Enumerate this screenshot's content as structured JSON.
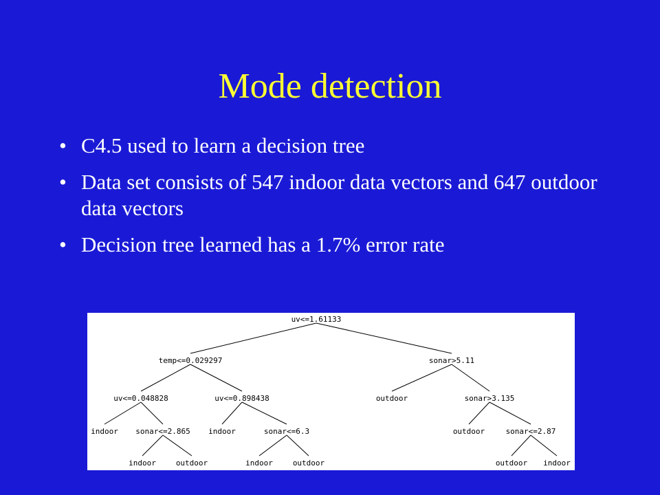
{
  "slide": {
    "title": "Mode detection",
    "bullets": [
      "C4.5 used to learn a decision tree",
      "Data set consists of 547 indoor data vectors and 647 outdoor data vectors",
      "Decision tree learned has a 1.7% error rate"
    ]
  },
  "tree": {
    "nodes": [
      {
        "id": "n0",
        "label": "uv<=1.61133"
      },
      {
        "id": "n1",
        "label": "temp<=0.029297"
      },
      {
        "id": "n2",
        "label": "sonar>5.11"
      },
      {
        "id": "n3",
        "label": "uv<=0.048828"
      },
      {
        "id": "n4",
        "label": "uv<=0.898438"
      },
      {
        "id": "n5",
        "label": "outdoor"
      },
      {
        "id": "n6",
        "label": "sonar>3.135"
      },
      {
        "id": "n7",
        "label": "indoor"
      },
      {
        "id": "n8",
        "label": "sonar<=2.865"
      },
      {
        "id": "n9",
        "label": "indoor"
      },
      {
        "id": "n10",
        "label": "sonar<=6.3"
      },
      {
        "id": "n11",
        "label": "outdoor"
      },
      {
        "id": "n12",
        "label": "sonar<=2.87"
      },
      {
        "id": "n13",
        "label": "indoor"
      },
      {
        "id": "n14",
        "label": "outdoor"
      },
      {
        "id": "n15",
        "label": "indoor"
      },
      {
        "id": "n16",
        "label": "outdoor"
      },
      {
        "id": "n17",
        "label": "outdoor"
      },
      {
        "id": "n18",
        "label": "indoor"
      }
    ],
    "edges": [
      [
        "n0",
        "n1"
      ],
      [
        "n0",
        "n2"
      ],
      [
        "n1",
        "n3"
      ],
      [
        "n1",
        "n4"
      ],
      [
        "n2",
        "n5"
      ],
      [
        "n2",
        "n6"
      ],
      [
        "n3",
        "n7"
      ],
      [
        "n3",
        "n8"
      ],
      [
        "n4",
        "n9"
      ],
      [
        "n4",
        "n10"
      ],
      [
        "n6",
        "n11"
      ],
      [
        "n6",
        "n12"
      ],
      [
        "n8",
        "n13"
      ],
      [
        "n8",
        "n14"
      ],
      [
        "n10",
        "n15"
      ],
      [
        "n10",
        "n16"
      ],
      [
        "n12",
        "n17"
      ],
      [
        "n12",
        "n18"
      ]
    ]
  }
}
